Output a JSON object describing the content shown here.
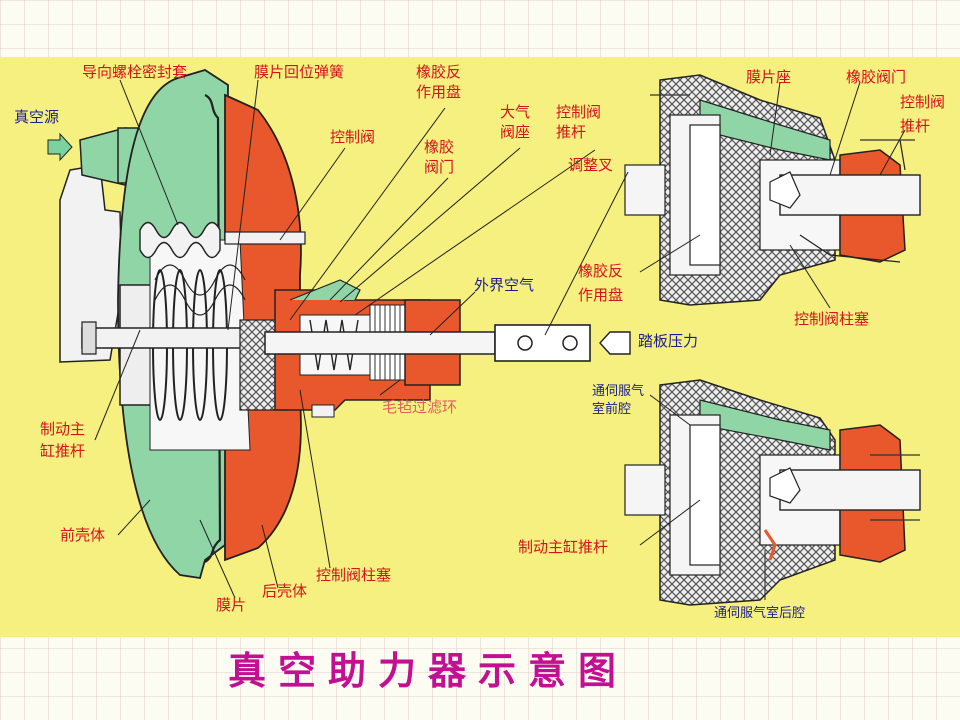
{
  "title": "真空助力器示意图",
  "labels": {
    "vacuum_source": "真空源",
    "guide_bolt_seal": "导向螺栓密封套",
    "diaphragm_return_spring": "膜片回位弹簧",
    "rubber_reaction_disc_1": "橡胶反",
    "rubber_reaction_disc_2": "作用盘",
    "control_valve": "控制阀",
    "rubber_valve_door_1": "橡胶",
    "rubber_valve_door_2": "阀门",
    "atmos_seat_1": "大气",
    "atmos_seat_2": "阀座",
    "ctrl_push_rod_1": "控制阀",
    "ctrl_push_rod_2": "推杆",
    "adjust_fork": "调整叉",
    "outside_air": "外界空气",
    "pedal_force": "踏板压力",
    "felt_filter": "毛毡过滤环",
    "master_cyl_rod_1": "制动主",
    "master_cyl_rod_2": "缸推杆",
    "front_shell": "前壳体",
    "ctrl_plunger": "控制阀柱塞",
    "diaphragm": "膜片",
    "rear_shell": "后壳体",
    "r_diaphragm_seat": "膜片座",
    "r_rubber_valve": "橡胶阀门",
    "r_ctrl_rod_1": "控制阀",
    "r_ctrl_rod_2": "推杆",
    "r_reaction_disc_1": "橡胶反",
    "r_reaction_disc_2": "作用盘",
    "r_ctrl_plunger": "控制阀柱塞",
    "servo_front_1": "通伺服气",
    "servo_front_2": "室前腔",
    "r_master_rod": "制动主缸推杆",
    "servo_rear": "通伺服气室后腔"
  },
  "colors": {
    "panel": "#f5f07f",
    "shell_green": "#8fd5a6",
    "body_orange": "#e8582c",
    "label_red": "#d5131e",
    "label_blue": "#1c1e8c",
    "title_magenta": "#c30f92"
  }
}
